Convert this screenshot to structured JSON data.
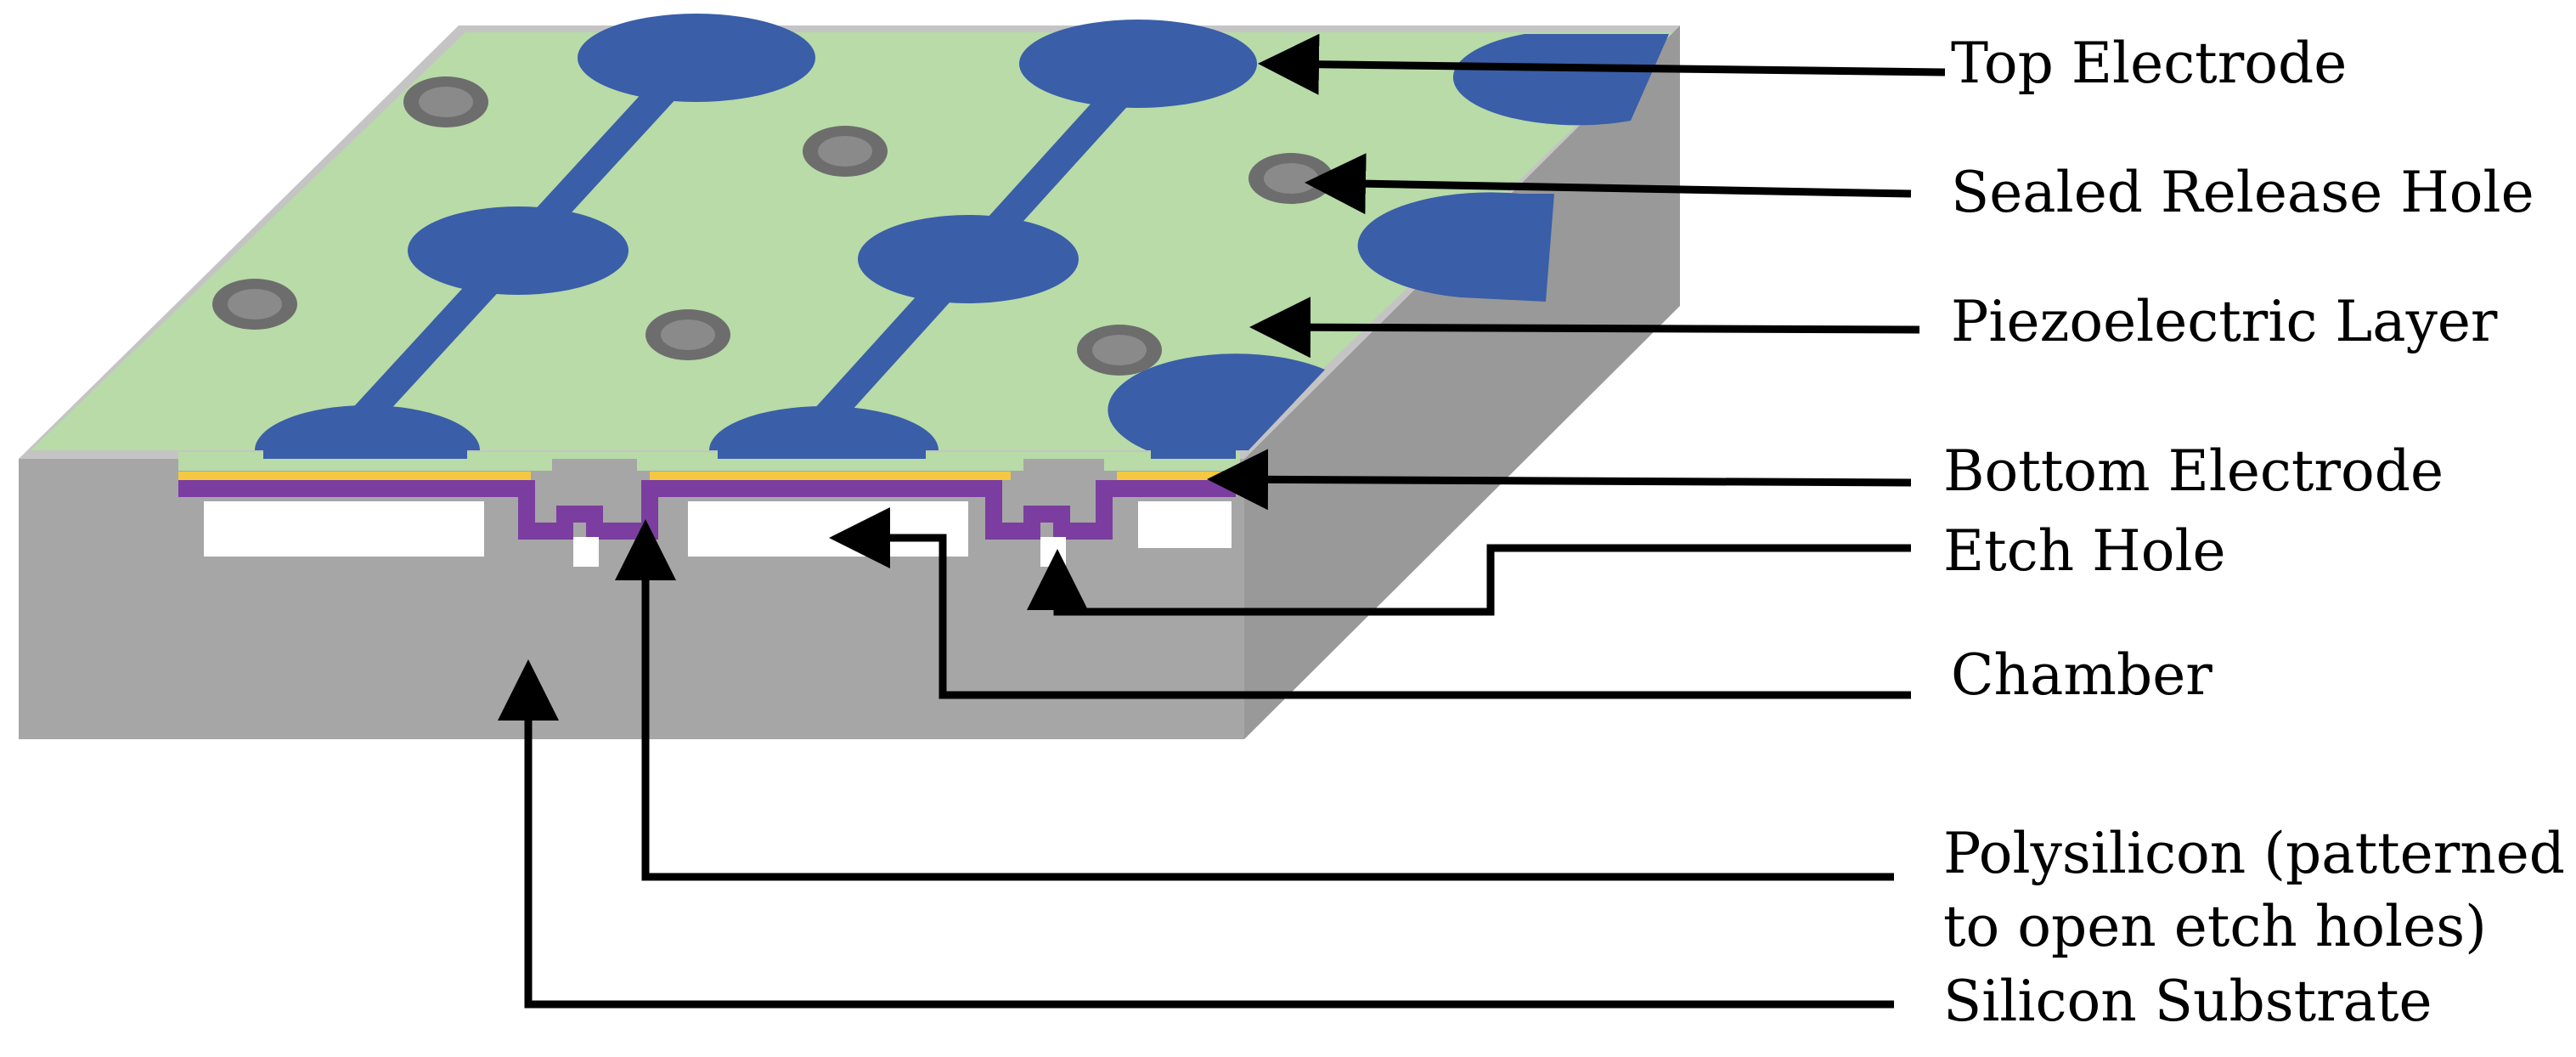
{
  "labels": {
    "top_electrode": "Top Electrode",
    "sealed_release_hole": "Sealed Release Hole",
    "piezoelectric_layer": "Piezoelectric Layer",
    "bottom_electrode": "Bottom Electrode",
    "etch_hole": "Etch Hole",
    "chamber": "Chamber",
    "polysilicon": "Polysilicon (patterned to open etch holes)",
    "silicon_substrate": "Silicon Substrate"
  },
  "colors": {
    "piezoelectric": "#b8dba8",
    "top_electrode": "#3a5ea8",
    "release_hole": "#6d6d6d",
    "substrate_front": "#a6a6a6",
    "substrate_side": "#999999",
    "substrate_top_edge": "#c4c4c4",
    "bottom_electrode": "#f4c842",
    "polysilicon": "#7b3ea0",
    "chamber": "#ffffff",
    "arrow": "#000000"
  }
}
